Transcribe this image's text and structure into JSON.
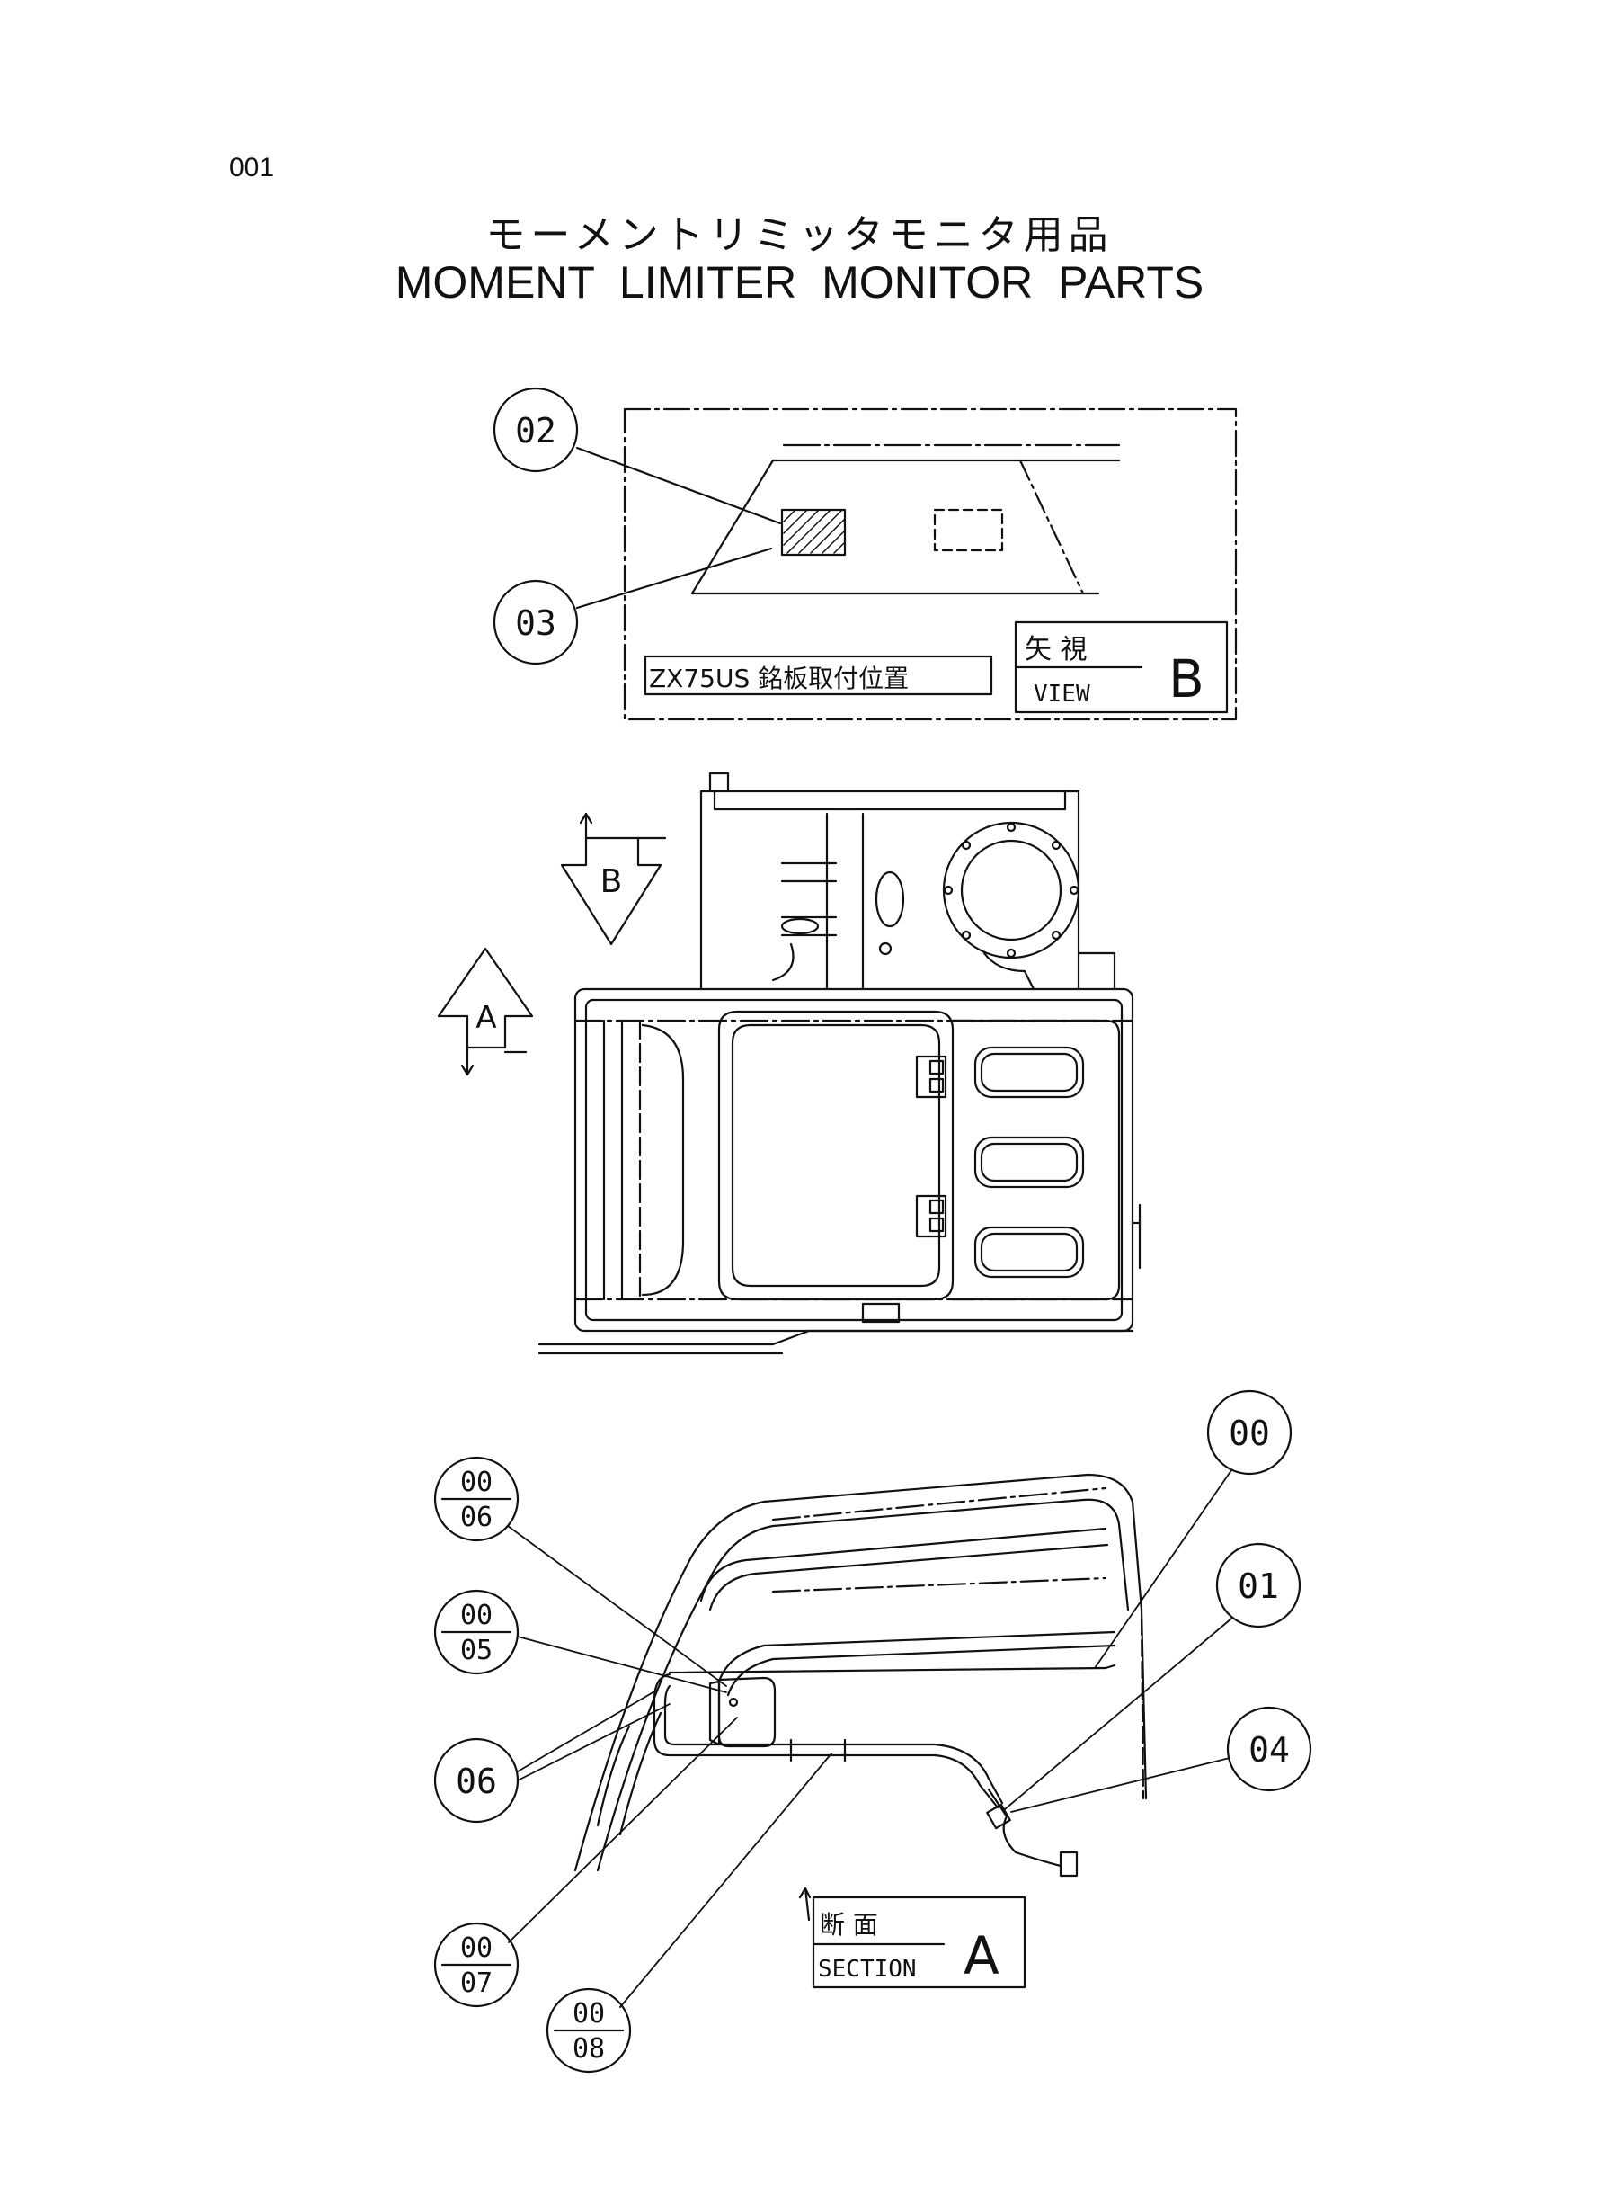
{
  "page_number": "001",
  "title_jp": "モーメントリミッタモニタ用品",
  "title_en": "MOMENT LIMITER MONITOR PARTS",
  "view_b": {
    "callouts": [
      "02",
      "03"
    ],
    "caption": "ZX75US 銘板取付位置",
    "label_jp": "矢 視",
    "label_en": "VIEW",
    "letter": "B"
  },
  "arrows": {
    "b": "B",
    "a": "A"
  },
  "section_a": {
    "callouts": {
      "c00": "00",
      "c01": "01",
      "c04": "04",
      "c06": "06",
      "f06_top": "00",
      "f06_bottom": "06",
      "f05_top": "00",
      "f05_bottom": "05",
      "f07_top": "00",
      "f07_bottom": "07",
      "f08_top": "00",
      "f08_bottom": "08"
    },
    "label_jp": "断 面",
    "label_en": "SECTION",
    "letter": "A"
  }
}
